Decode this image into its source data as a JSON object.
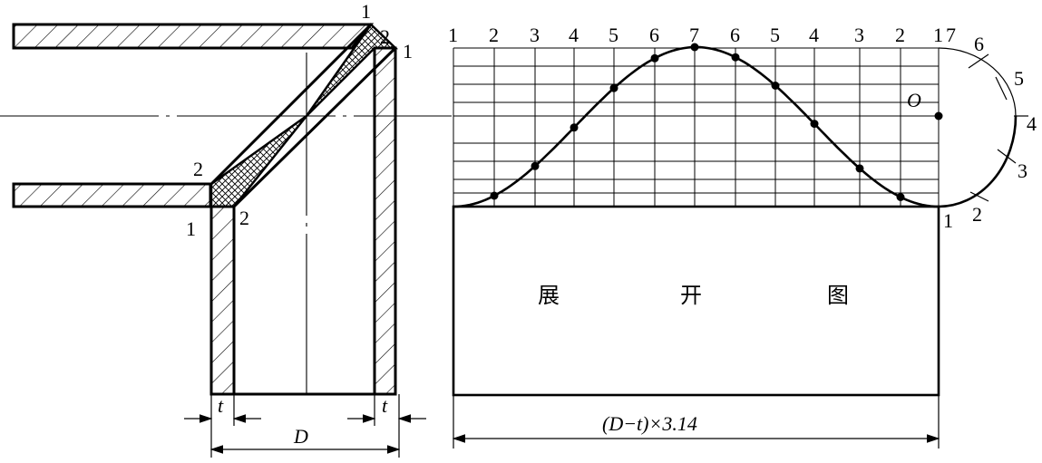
{
  "left_view": {
    "labels": {
      "top_outer": "1",
      "top_inner": "2",
      "right_top": "1",
      "left_inner": "2",
      "left_outer": "1",
      "bottom_inner": "2"
    },
    "thickness_left": "t",
    "thickness_right": "t",
    "diameter": "D"
  },
  "development": {
    "top_labels": [
      "1",
      "2",
      "3",
      "4",
      "5",
      "6",
      "7",
      "6",
      "5",
      "4",
      "3",
      "2",
      "1"
    ],
    "top_label_last_suffix": "7",
    "arc_labels": [
      "6",
      "5",
      "4",
      "3",
      "2"
    ],
    "corner_label": "1",
    "center_label": "O",
    "title_chars": [
      "展",
      "开",
      "图"
    ],
    "width_dimension": "(D−t)×3.14"
  }
}
